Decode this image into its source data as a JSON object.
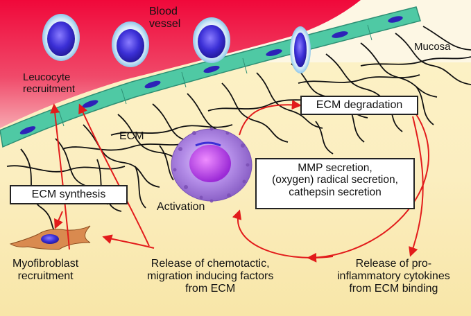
{
  "diagram": {
    "regions": {
      "blood_vessel": [
        "Blood",
        "vessel"
      ],
      "mucosa": "Mucosa",
      "ecm": "ECM"
    },
    "labels": {
      "leucocyte_recruitment": [
        "Leucocyte",
        "recruitment"
      ],
      "activation": "Activation",
      "myofibroblast_recruitment": [
        "Myofibroblast",
        "recruitment"
      ],
      "release_chemotactic": [
        "Release of chemotactic,",
        "migration inducing factors",
        "from ECM"
      ],
      "release_cytokines": [
        "Release of pro-",
        "inflammatory cytokines",
        "from ECM binding"
      ]
    },
    "boxes": {
      "ecm_degradation": "ECM degradation",
      "ecm_synthesis": "ECM synthesis",
      "secretion": [
        "MMP secretion,",
        "(oxygen) radical secretion,",
        "cathepsin secretion"
      ]
    },
    "colors": {
      "blood_red": "#e8123c",
      "background_yellow": "#fbeec0",
      "endothelium_green": "#4fc9a4",
      "nucleus_blue": "#3b2fd6",
      "cell_purple": "#a57de0",
      "arrow_red": "#e21b1b",
      "fibroblast_orange": "#d98a4f"
    }
  }
}
